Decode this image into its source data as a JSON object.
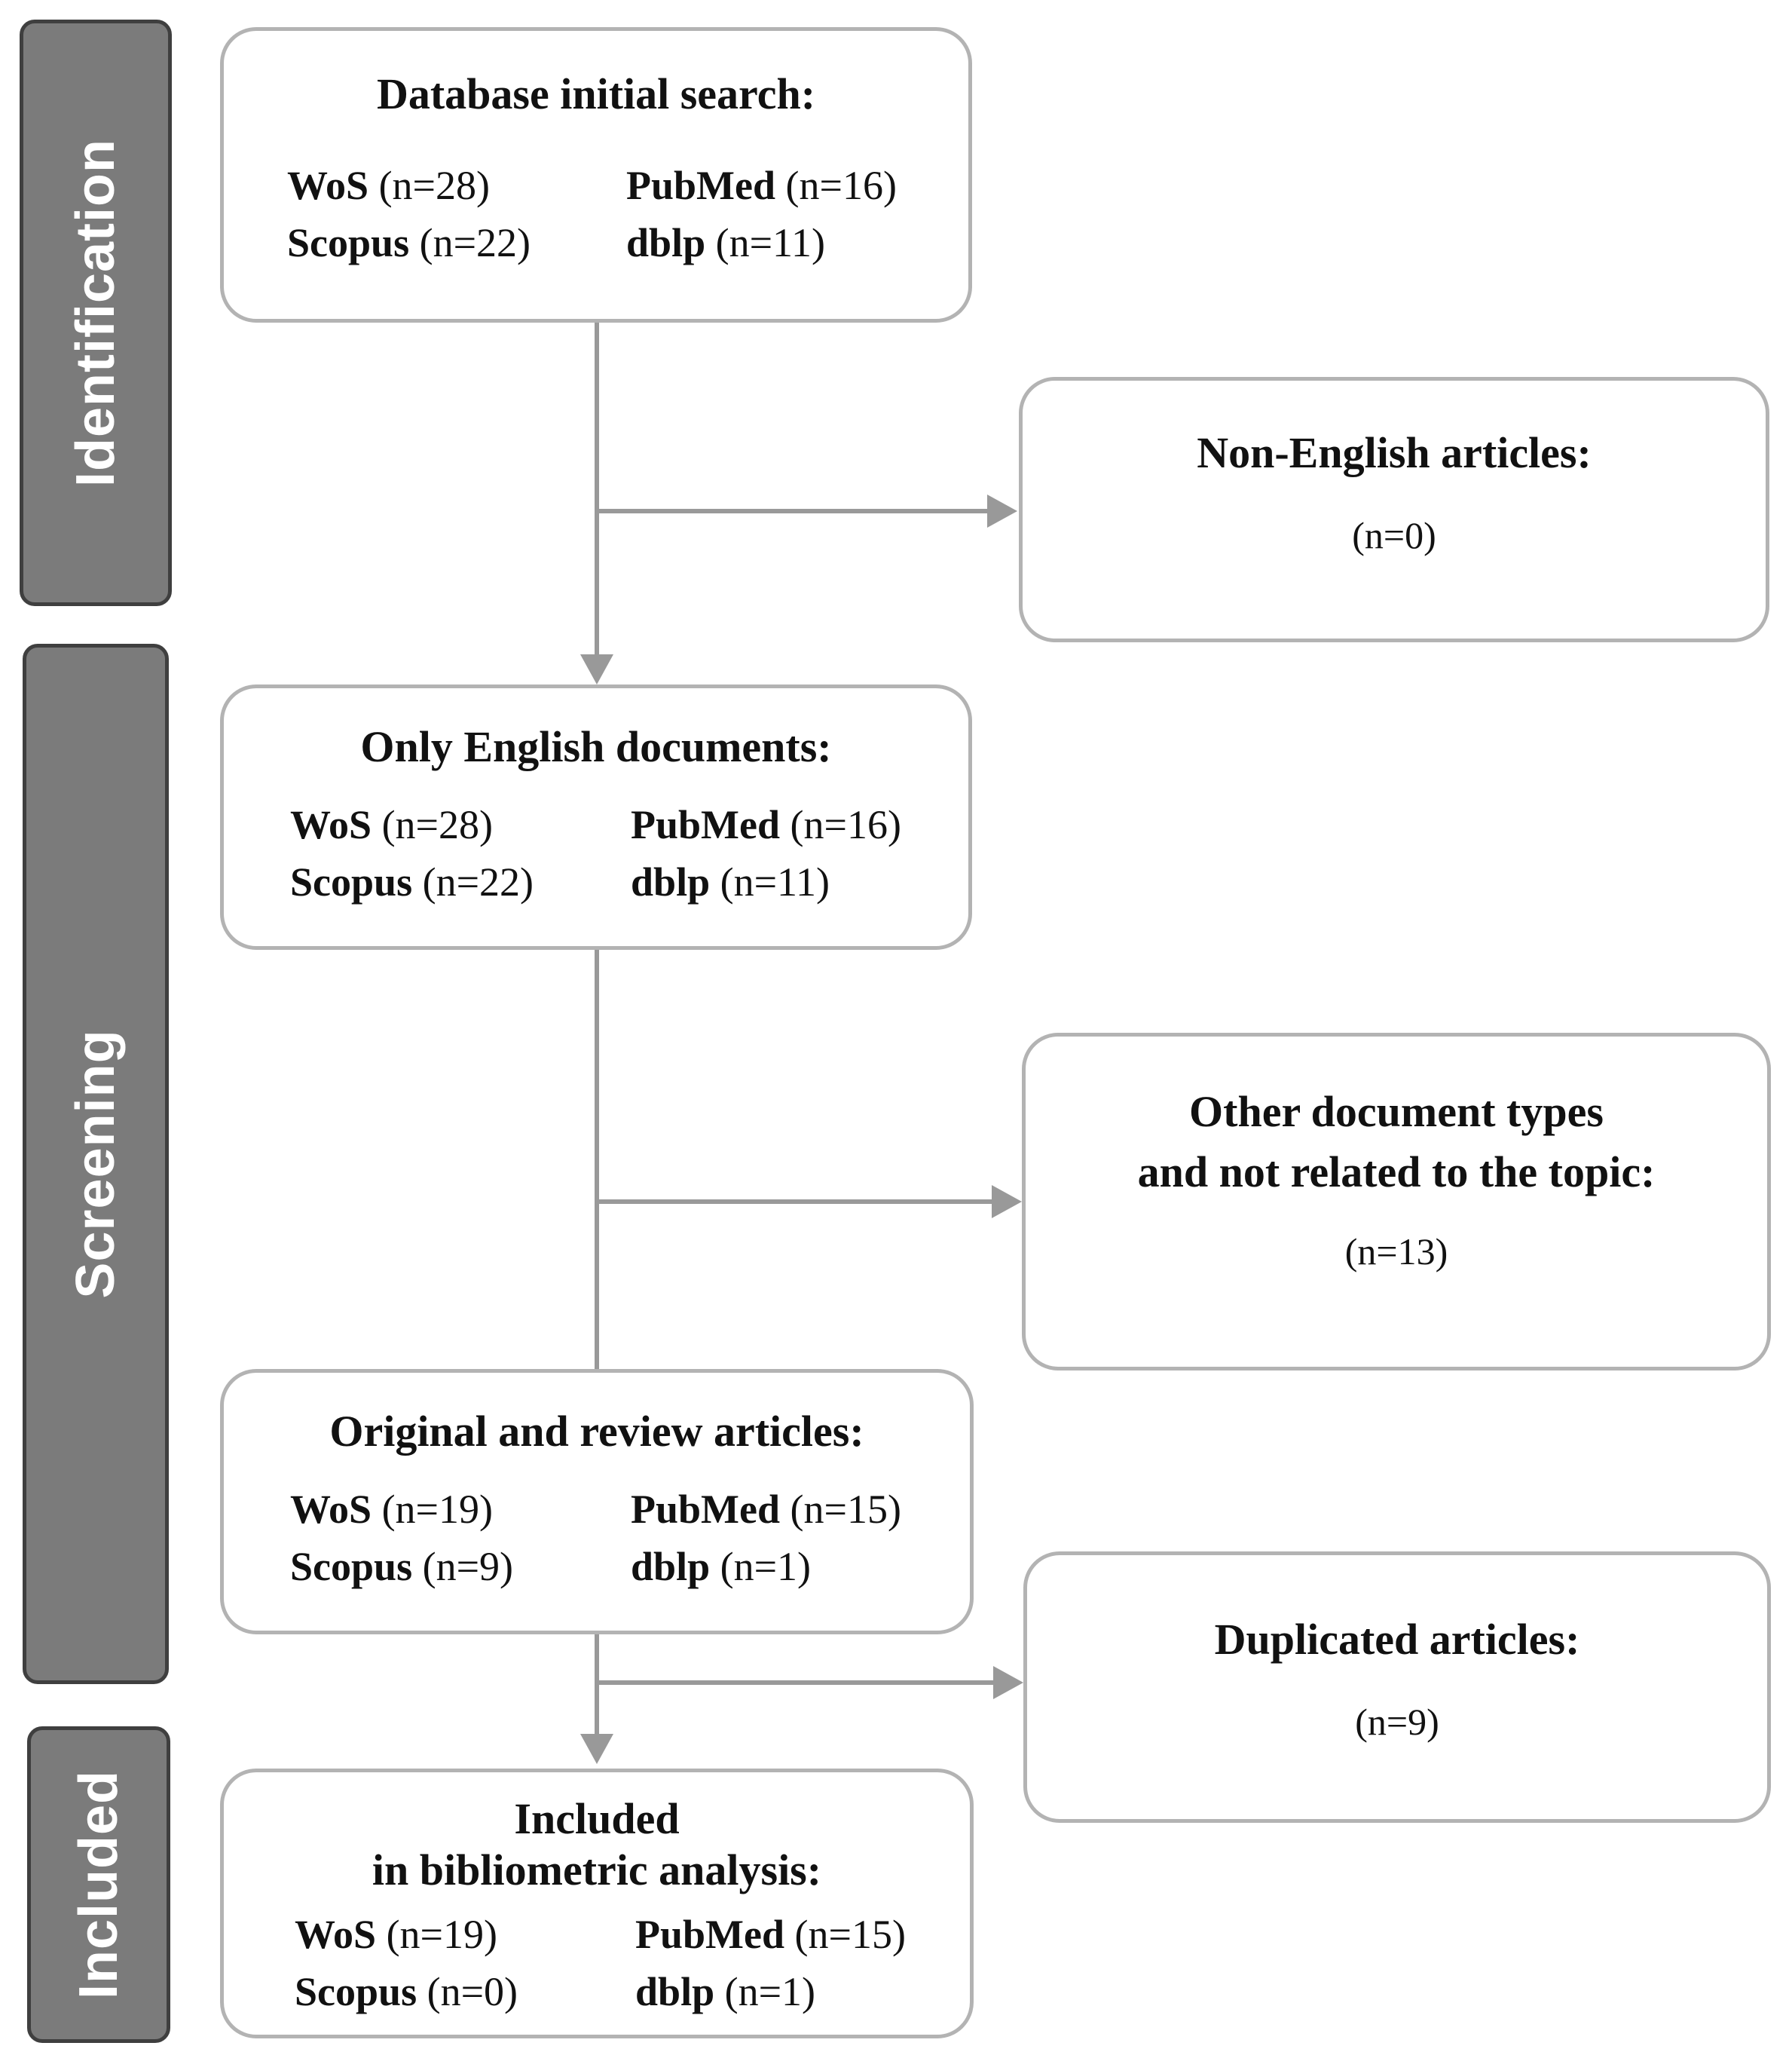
{
  "stages": {
    "identification": "Identification",
    "screening": "Screening",
    "included": "Included"
  },
  "boxes": {
    "initial": {
      "title": "Database initial search:",
      "sources": [
        {
          "name": "WoS",
          "count": "(n=28)"
        },
        {
          "name": "PubMed",
          "count": "(n=16)"
        },
        {
          "name": "Scopus",
          "count": "(n=22)"
        },
        {
          "name": "dblp",
          "count": "(n=11)"
        }
      ]
    },
    "non_english": {
      "title": "Non-English articles:",
      "count": "(n=0)"
    },
    "english": {
      "title": "Only English documents:",
      "sources": [
        {
          "name": "WoS",
          "count": "(n=28)"
        },
        {
          "name": "PubMed",
          "count": "(n=16)"
        },
        {
          "name": "Scopus",
          "count": "(n=22)"
        },
        {
          "name": "dblp",
          "count": "(n=11)"
        }
      ]
    },
    "other_types": {
      "title_line1": "Other document types",
      "title_line2": "and not related to the topic:",
      "count": "(n=13)"
    },
    "original_review": {
      "title": "Original and review articles:",
      "sources": [
        {
          "name": "WoS",
          "count": "(n=19)"
        },
        {
          "name": "PubMed",
          "count": "(n=15)"
        },
        {
          "name": "Scopus",
          "count": "(n=9)"
        },
        {
          "name": "dblp",
          "count": "(n=1)"
        }
      ]
    },
    "duplicated": {
      "title": "Duplicated articles:",
      "count": "(n=9)"
    },
    "included": {
      "title_line1": "Included",
      "title_line2": "in bibliometric analysis:",
      "sources": [
        {
          "name": "WoS",
          "count": "(n=19)"
        },
        {
          "name": "PubMed",
          "count": "(n=15)"
        },
        {
          "name": "Scopus",
          "count": "(n=0)"
        },
        {
          "name": "dblp",
          "count": "(n=1)"
        }
      ]
    }
  },
  "colors": {
    "stage_fill": "#7b7b7b",
    "stage_border": "#3f3f3f",
    "box_border": "#b3b3b3",
    "connector": "#999999"
  }
}
